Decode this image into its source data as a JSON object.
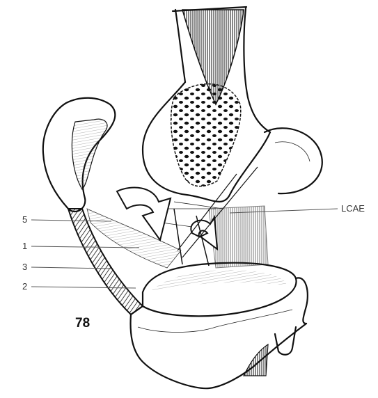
{
  "figure": {
    "number": "78",
    "labels": {
      "l5": "5",
      "l1": "1",
      "l3": "3",
      "l2": "2",
      "lcae": "LCAE"
    }
  }
}
